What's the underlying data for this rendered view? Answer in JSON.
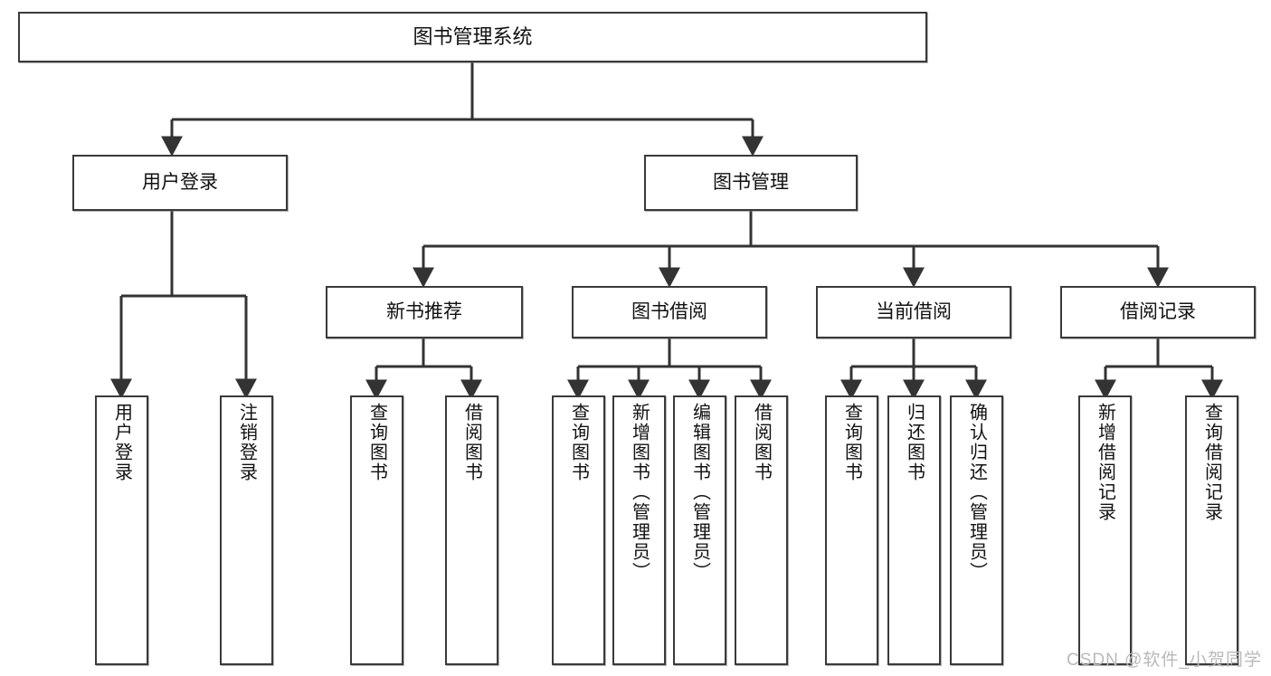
{
  "diagram": {
    "type": "tree-hierarchy",
    "title": "图书管理系统",
    "watermark": "CSDN @软件_小贺同学",
    "colors": {
      "box_border": "#3a3a3a",
      "box_fill": "#ffffff",
      "connector": "#333333",
      "text": "#111111",
      "watermark": "#b9b9b9"
    },
    "levels": [
      {
        "level": 1,
        "nodes": [
          {
            "id": "root",
            "label": "图书管理系统",
            "orientation": "horizontal"
          }
        ]
      },
      {
        "level": 2,
        "nodes": [
          {
            "id": "user-login",
            "label": "用户登录",
            "orientation": "horizontal",
            "parent": "root"
          },
          {
            "id": "book-manage",
            "label": "图书管理",
            "orientation": "horizontal",
            "parent": "root"
          }
        ]
      },
      {
        "level": 3,
        "nodes": [
          {
            "id": "new-book-rec",
            "label": "新书推荐",
            "orientation": "horizontal",
            "parent": "book-manage"
          },
          {
            "id": "book-borrow",
            "label": "图书借阅",
            "orientation": "horizontal",
            "parent": "book-manage"
          },
          {
            "id": "current-borrow",
            "label": "当前借阅",
            "orientation": "horizontal",
            "parent": "book-manage"
          },
          {
            "id": "borrow-record",
            "label": "借阅记录",
            "orientation": "horizontal",
            "parent": "book-manage"
          }
        ]
      },
      {
        "level": 4,
        "nodes": [
          {
            "id": "leaf-user-login",
            "label": "用户登录",
            "orientation": "vertical",
            "parent": "user-login"
          },
          {
            "id": "leaf-logout",
            "label": "注销登录",
            "orientation": "vertical",
            "parent": "user-login"
          },
          {
            "id": "leaf-query-book-1",
            "label": "查询图书",
            "orientation": "vertical",
            "parent": "new-book-rec"
          },
          {
            "id": "leaf-borrow-book-1",
            "label": "借阅图书",
            "orientation": "vertical",
            "parent": "new-book-rec"
          },
          {
            "id": "leaf-query-book-2",
            "label": "查询图书",
            "orientation": "vertical",
            "parent": "book-borrow"
          },
          {
            "id": "leaf-add-book",
            "label": "新增图书（管理员）",
            "orientation": "vertical",
            "parent": "book-borrow"
          },
          {
            "id": "leaf-edit-book",
            "label": "编辑图书（管理员）",
            "orientation": "vertical",
            "parent": "book-borrow"
          },
          {
            "id": "leaf-borrow-book-2",
            "label": "借阅图书",
            "orientation": "vertical",
            "parent": "book-borrow"
          },
          {
            "id": "leaf-query-book-3",
            "label": "查询图书",
            "orientation": "vertical",
            "parent": "current-borrow"
          },
          {
            "id": "leaf-return-book",
            "label": "归还图书",
            "orientation": "vertical",
            "parent": "current-borrow"
          },
          {
            "id": "leaf-confirm-return",
            "label": "确认归还（管理员）",
            "orientation": "vertical",
            "parent": "current-borrow"
          },
          {
            "id": "leaf-add-record",
            "label": "新增借阅记录",
            "orientation": "vertical",
            "parent": "borrow-record"
          },
          {
            "id": "leaf-query-record",
            "label": "查询借阅记录",
            "orientation": "vertical",
            "parent": "borrow-record"
          }
        ]
      }
    ]
  }
}
